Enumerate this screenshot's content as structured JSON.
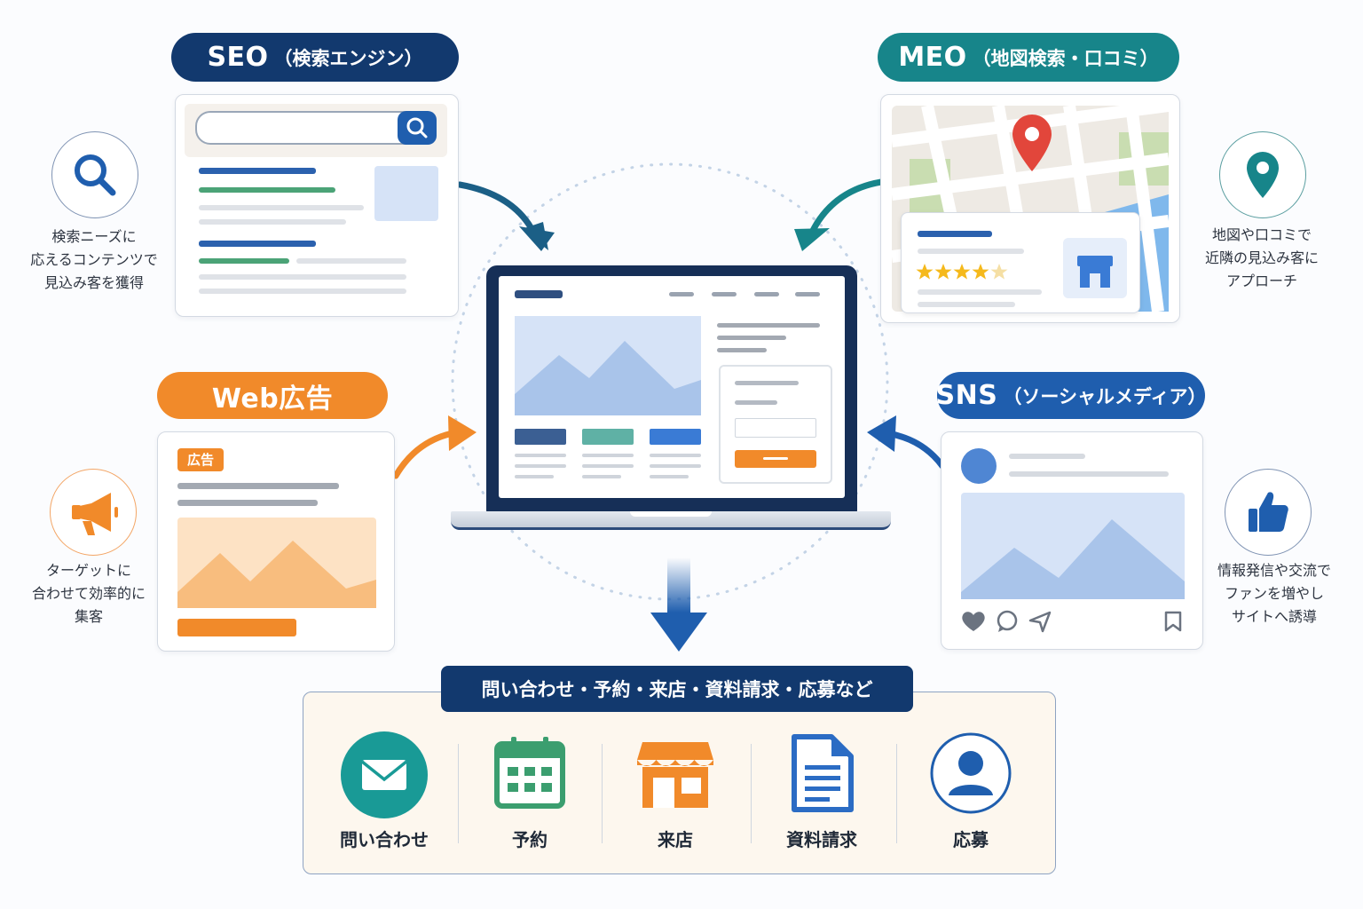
{
  "seo": {
    "title": "SEO",
    "subtitle": "（検索エンジン）",
    "desc": [
      "検索ニーズに",
      "応えるコンテンツで",
      "見込み客を獲得"
    ]
  },
  "meo": {
    "title": "MEO",
    "subtitle": "（地図検索・口コミ）",
    "rating_stars": 4.5,
    "desc": [
      "地図や口コミで",
      "近隣の見込み客に",
      "アプローチ"
    ]
  },
  "web_ad": {
    "title": "Web広告",
    "ad_badge": "広告",
    "desc": [
      "ターゲットに",
      "合わせて効率的に",
      "集客"
    ]
  },
  "sns": {
    "title": "SNS",
    "subtitle": "（ソーシャルメディア）",
    "desc": [
      "情報発信や交流で",
      "ファンを増やし",
      "サイトへ誘導"
    ]
  },
  "conversion": {
    "title": "問い合わせ・予約・来店・資料請求・応募など",
    "items": [
      {
        "label": "問い合わせ",
        "icon": "mail-icon"
      },
      {
        "label": "予約",
        "icon": "calendar-icon"
      },
      {
        "label": "来店",
        "icon": "store-icon"
      },
      {
        "label": "資料請求",
        "icon": "document-icon"
      },
      {
        "label": "応募",
        "icon": "user-icon"
      }
    ]
  },
  "colors": {
    "navy": "#12396e",
    "teal": "#17858a",
    "orange": "#f18a2a",
    "blue": "#1f5eae"
  }
}
